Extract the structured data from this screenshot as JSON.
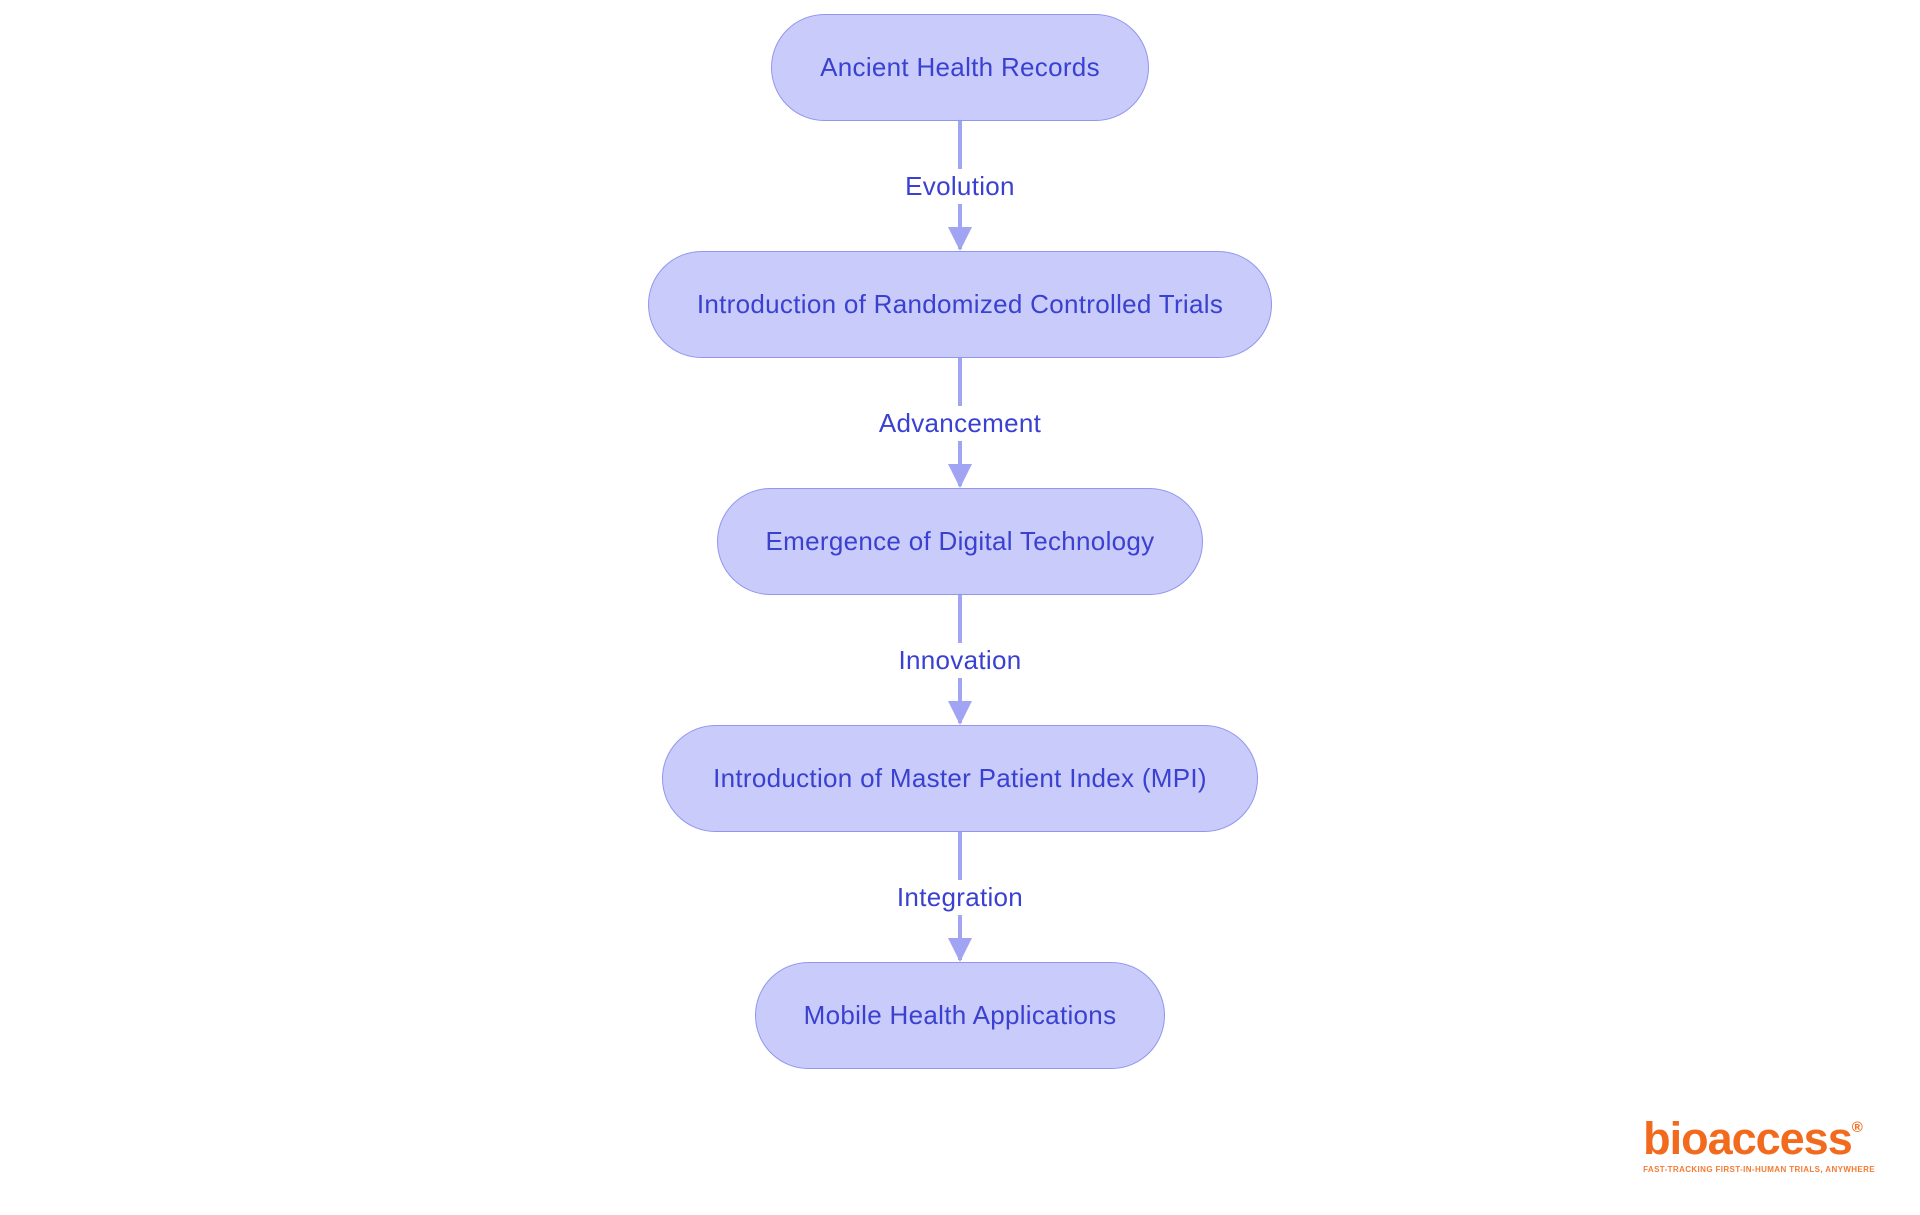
{
  "flowchart": {
    "nodes": [
      {
        "id": "node-1",
        "label": "Ancient Health Records"
      },
      {
        "id": "node-2",
        "label": "Introduction of Randomized Controlled Trials"
      },
      {
        "id": "node-3",
        "label": "Emergence of Digital Technology"
      },
      {
        "id": "node-4",
        "label": "Introduction of Master Patient Index (MPI)"
      },
      {
        "id": "node-5",
        "label": "Mobile Health Applications"
      }
    ],
    "edges": [
      {
        "from": "node-1",
        "to": "node-2",
        "label": "Evolution"
      },
      {
        "from": "node-2",
        "to": "node-3",
        "label": "Advancement"
      },
      {
        "from": "node-3",
        "to": "node-4",
        "label": "Innovation"
      },
      {
        "from": "node-4",
        "to": "node-5",
        "label": "Integration"
      }
    ],
    "colors": {
      "background": "#ffffff",
      "node_fill": "#c9cbfa",
      "node_border": "#9296ef",
      "node_text": "#3a41d0",
      "arrow": "#a0a4f3",
      "edge_label_text": "#3a41d0"
    }
  },
  "branding": {
    "logo_text": "bioaccess",
    "registered_mark": "®",
    "tagline": "FAST-TRACKING FIRST-IN-HUMAN TRIALS, ANYWHERE",
    "logo_color": "#f26a1d",
    "tagline_color": "#f47b33"
  }
}
